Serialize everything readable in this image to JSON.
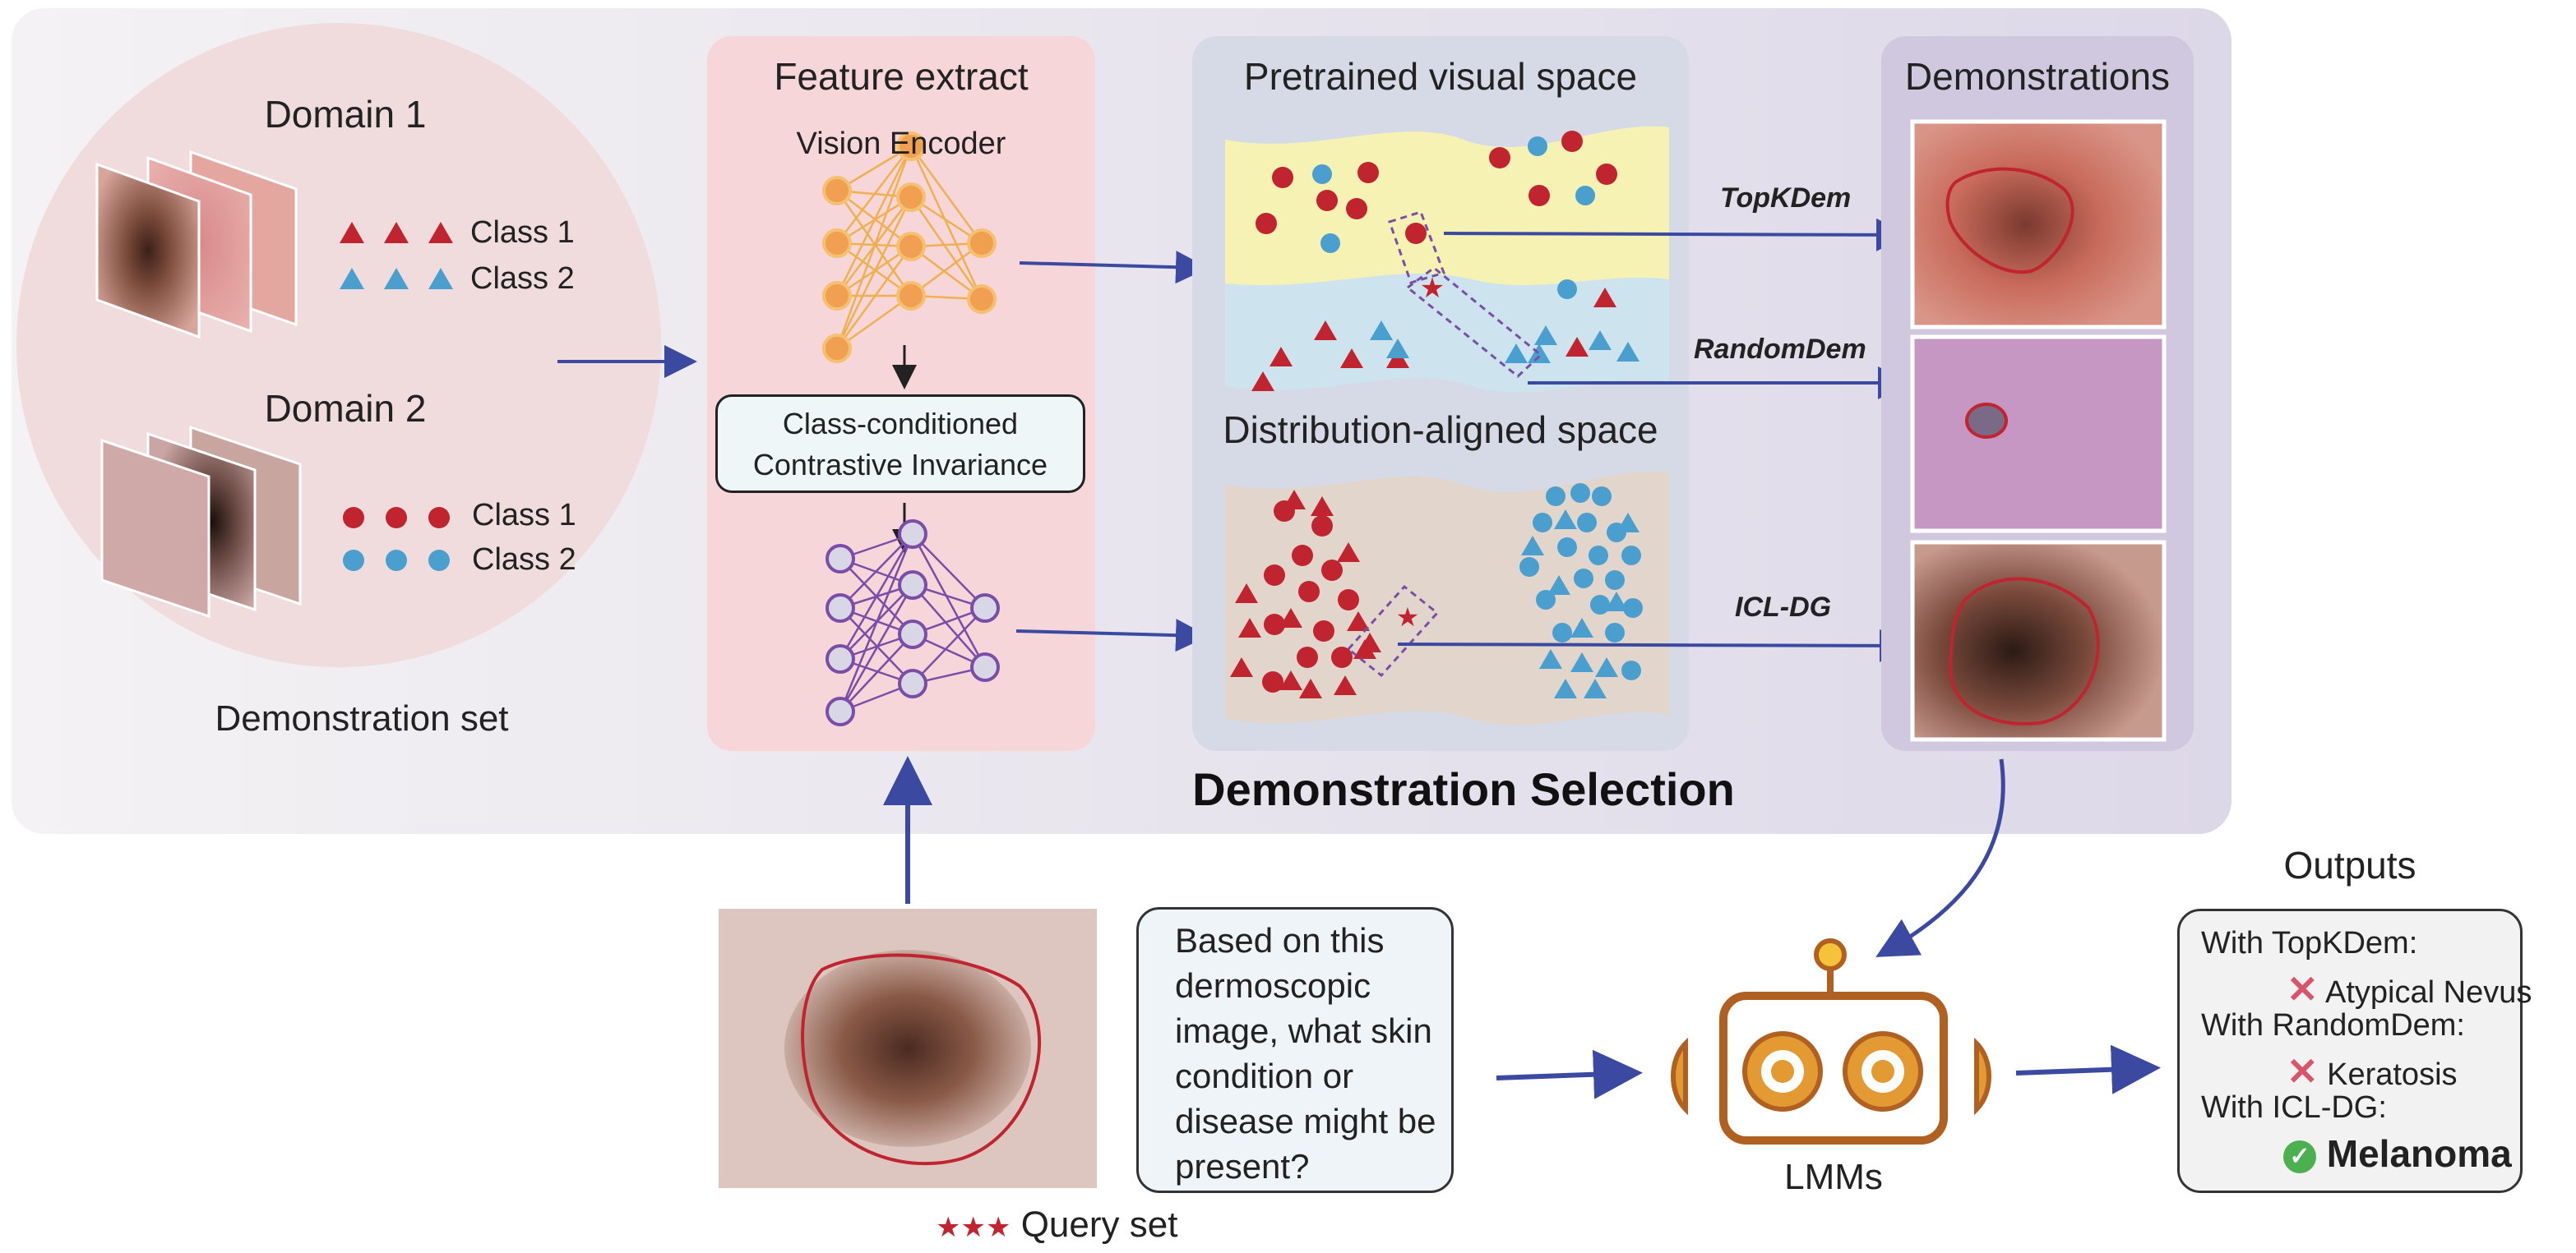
{
  "title": "Demonstration Selection",
  "demo_set": {
    "domain1": "Domain 1",
    "domain2": "Domain 2",
    "class1": "Class 1",
    "class2": "Class 2",
    "caption": "Demonstration set"
  },
  "feature_extract": {
    "title": "Feature extract",
    "encoder": "Vision Encoder",
    "cc_line1": "Class-conditioned",
    "cc_line2": "Contrastive Invariance"
  },
  "spaces": {
    "pretrained": "Pretrained visual space",
    "aligned": "Distribution-aligned space"
  },
  "demonstrations": {
    "title": "Demonstrations",
    "methods": [
      "TopKDem",
      "RandomDem",
      "ICL-DG"
    ]
  },
  "query": {
    "caption": "Query set",
    "question": "Based on this dermoscopic image, what skin condition or disease might be present?"
  },
  "model": "LMMs",
  "outputs": {
    "title": "Outputs",
    "items": [
      {
        "label": "With TopKDem:",
        "answer": "Atypical Nevus",
        "correct": false
      },
      {
        "label": "With RandomDem:",
        "answer": "Keratosis",
        "correct": false
      },
      {
        "label": "With ICL-DG:",
        "answer": "Melanoma",
        "correct": true
      }
    ]
  },
  "colors": {
    "red": "#c0242f",
    "blue": "#4a9fcf",
    "arrow": "#3b4aa0",
    "purple": "#7a4ea8",
    "encoder_orange": "#f0a050"
  }
}
